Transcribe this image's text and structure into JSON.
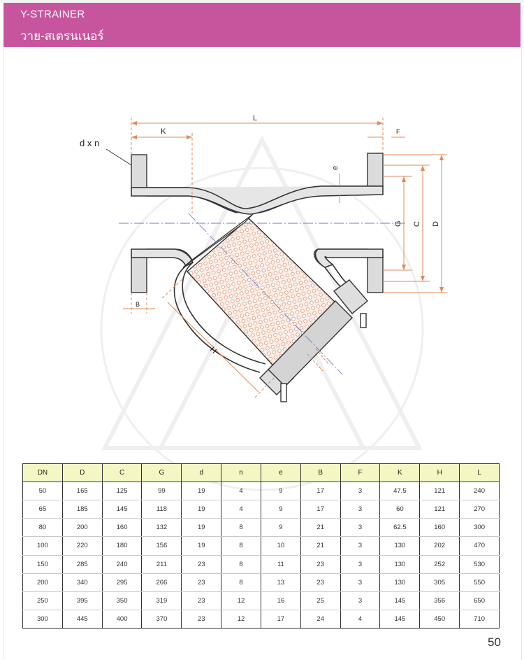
{
  "header": {
    "title": "Y-STRAINER",
    "subtitle": "วาย-สเตรนเนอร์"
  },
  "colors": {
    "header_bg": "#c7559d",
    "table_header_bg": "#f4f7c4",
    "dimension_line": "#e08a5a",
    "flange_fill": "#d9d9d9"
  },
  "drawing_labels": {
    "L": "L",
    "K": "K",
    "F": "F",
    "dxn": "d x n",
    "e": "e",
    "G": "G",
    "C": "C",
    "D": "D",
    "B": "B",
    "H": "H"
  },
  "table": {
    "headers": [
      "DN",
      "D",
      "C",
      "G",
      "d",
      "n",
      "e",
      "B",
      "F",
      "K",
      "H",
      "L"
    ],
    "rows": [
      [
        "50",
        "165",
        "125",
        "99",
        "19",
        "4",
        "9",
        "17",
        "3",
        "47.5",
        "121",
        "240"
      ],
      [
        "65",
        "185",
        "145",
        "118",
        "19",
        "4",
        "9",
        "17",
        "3",
        "60",
        "121",
        "270"
      ],
      [
        "80",
        "200",
        "160",
        "132",
        "19",
        "8",
        "9",
        "21",
        "3",
        "62.5",
        "160",
        "300"
      ],
      [
        "100",
        "220",
        "180",
        "156",
        "19",
        "8",
        "10",
        "21",
        "3",
        "130",
        "202",
        "470"
      ],
      [
        "150",
        "285",
        "240",
        "211",
        "23",
        "8",
        "11",
        "23",
        "3",
        "130",
        "252",
        "530"
      ],
      [
        "200",
        "340",
        "295",
        "266",
        "23",
        "8",
        "13",
        "23",
        "3",
        "130",
        "305",
        "550"
      ],
      [
        "250",
        "395",
        "350",
        "319",
        "23",
        "12",
        "16",
        "25",
        "3",
        "145",
        "356",
        "650"
      ],
      [
        "300",
        "445",
        "400",
        "370",
        "23",
        "12",
        "17",
        "24",
        "4",
        "145",
        "450",
        "710"
      ]
    ]
  },
  "page_number": "50"
}
